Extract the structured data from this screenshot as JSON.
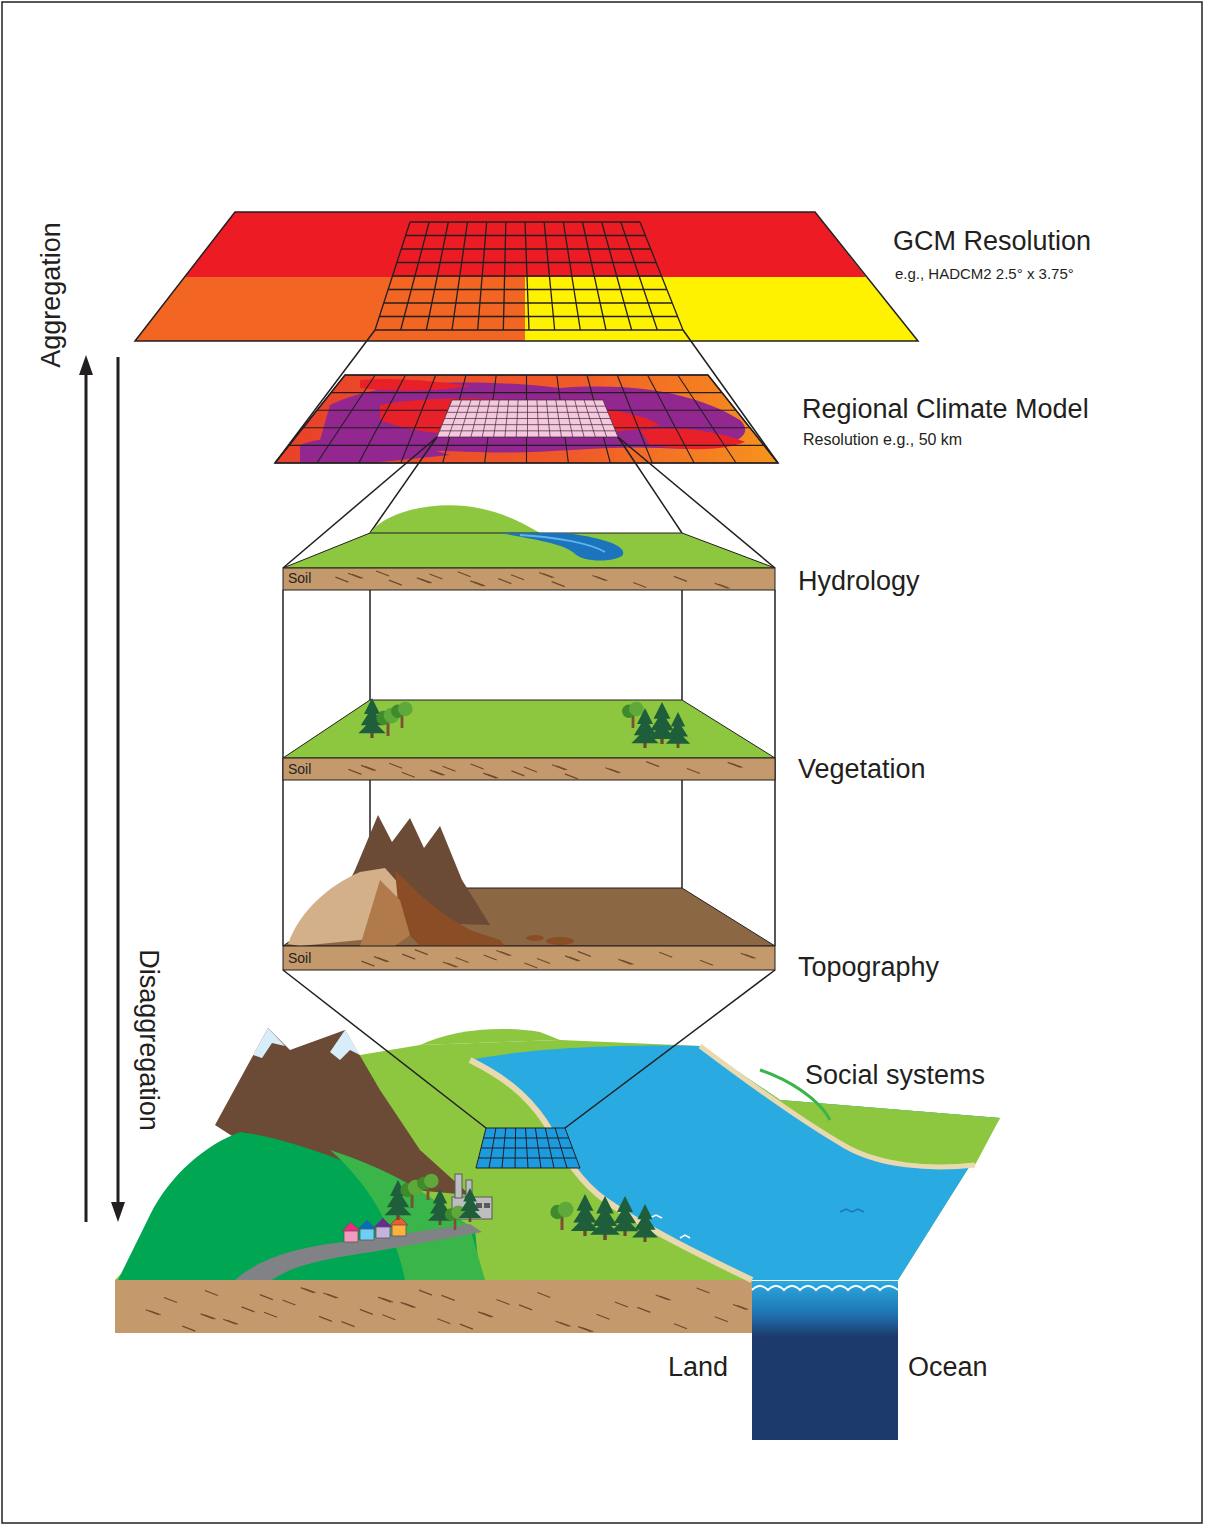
{
  "diagram": {
    "labels": [
      "GCM Resolution",
      "e.g., HADCM2 2.5° x 3.75°",
      "Regional Climate Model",
      "Resolution e.g., 50 km",
      "Aggregation",
      "Hydrology",
      "Soil",
      "Vegetation",
      "Soil",
      "Topography",
      "Soil",
      "Disaggregation",
      "Social systems",
      "Land",
      "Ocean"
    ]
  }
}
